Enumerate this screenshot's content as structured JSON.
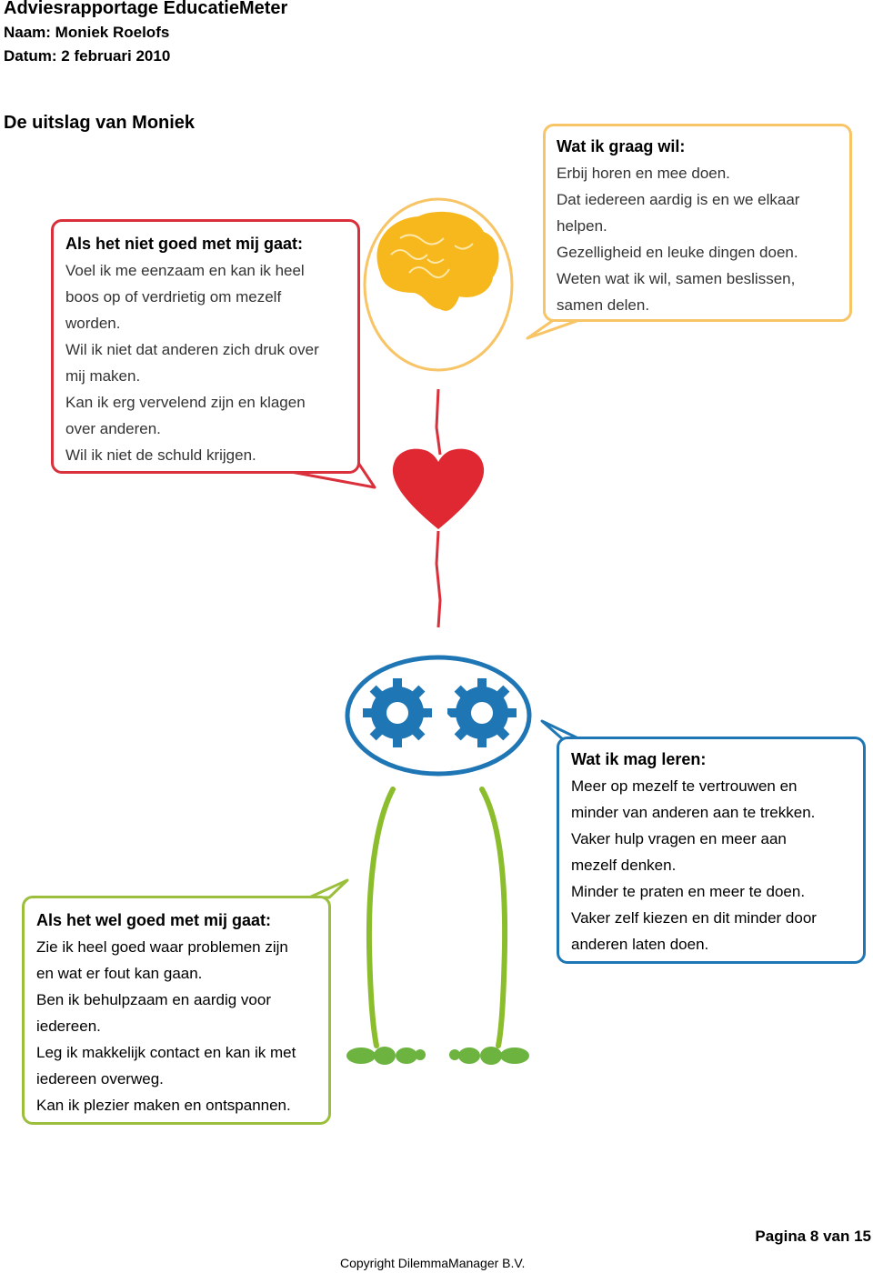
{
  "header": {
    "title": "Adviesrapportage EducatieMeter",
    "name": "Naam: Moniek Roelofs",
    "date": "Datum: 2 februari 2010"
  },
  "section_title": "De uitslag van Moniek",
  "bubbles": {
    "negative": {
      "title": "Als het niet goed met mij gaat:",
      "lines": [
        "Voel ik me eenzaam en kan ik heel",
        "boos op of verdrietig om mezelf",
        "worden.",
        "Wil ik niet dat anderen zich druk over",
        "mij maken.",
        "Kan ik erg vervelend zijn en klagen",
        "over anderen.",
        "Wil ik niet de schuld krijgen."
      ]
    },
    "want": {
      "title": "Wat ik graag wil:",
      "lines": [
        "Erbij horen en mee doen.",
        "Dat iedereen aardig is en we elkaar",
        "helpen.",
        "Gezelligheid en leuke dingen doen.",
        "Weten wat ik wil, samen beslissen,",
        "samen delen."
      ]
    },
    "learn": {
      "title": "Wat ik mag leren:",
      "lines": [
        "Meer op mezelf te vertrouwen en",
        "minder van anderen aan te trekken.",
        "Vaker hulp vragen en meer aan",
        "mezelf denken.",
        "Minder te praten en meer te doen.",
        "Vaker zelf kiezen en dit minder door",
        "anderen laten doen."
      ]
    },
    "positive": {
      "title": "Als het wel goed met mij gaat:",
      "lines": [
        "Zie ik heel goed waar problemen zijn",
        "en wat er fout kan gaan.",
        "Ben ik behulpzaam en aardig voor",
        "iedereen.",
        "Leg ik makkelijk contact en kan ik met",
        "iedereen overweg.",
        "Kan ik plezier maken en ontspannen."
      ]
    }
  },
  "footer": {
    "page": "Pagina 8 van 15",
    "copyright": "Copyright DilemmaManager B.V."
  },
  "icons": [
    "brain-icon",
    "heart-icon",
    "gears-icon",
    "feet-icon"
  ],
  "colors": {
    "negative": "#d9303b",
    "want": "#f7c466",
    "learn": "#1f76b5",
    "positive": "#9bbf3c",
    "brain": "#f6b81d",
    "heart": "#e02832",
    "gears": "#1f76b5",
    "legs": "#8cbd2c"
  }
}
